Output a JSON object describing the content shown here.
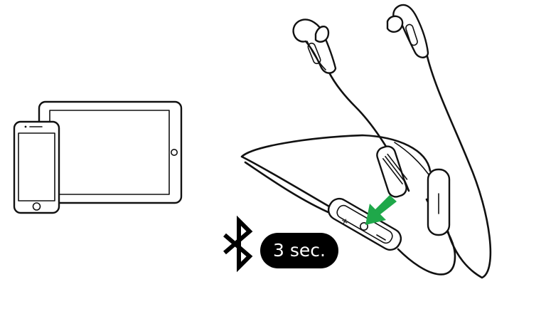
{
  "instruction": {
    "duration_label": "3 sec.",
    "icon": "bluetooth-icon",
    "pointer_color": "#1fa84a"
  },
  "devices": [
    "tablet",
    "smartphone"
  ]
}
